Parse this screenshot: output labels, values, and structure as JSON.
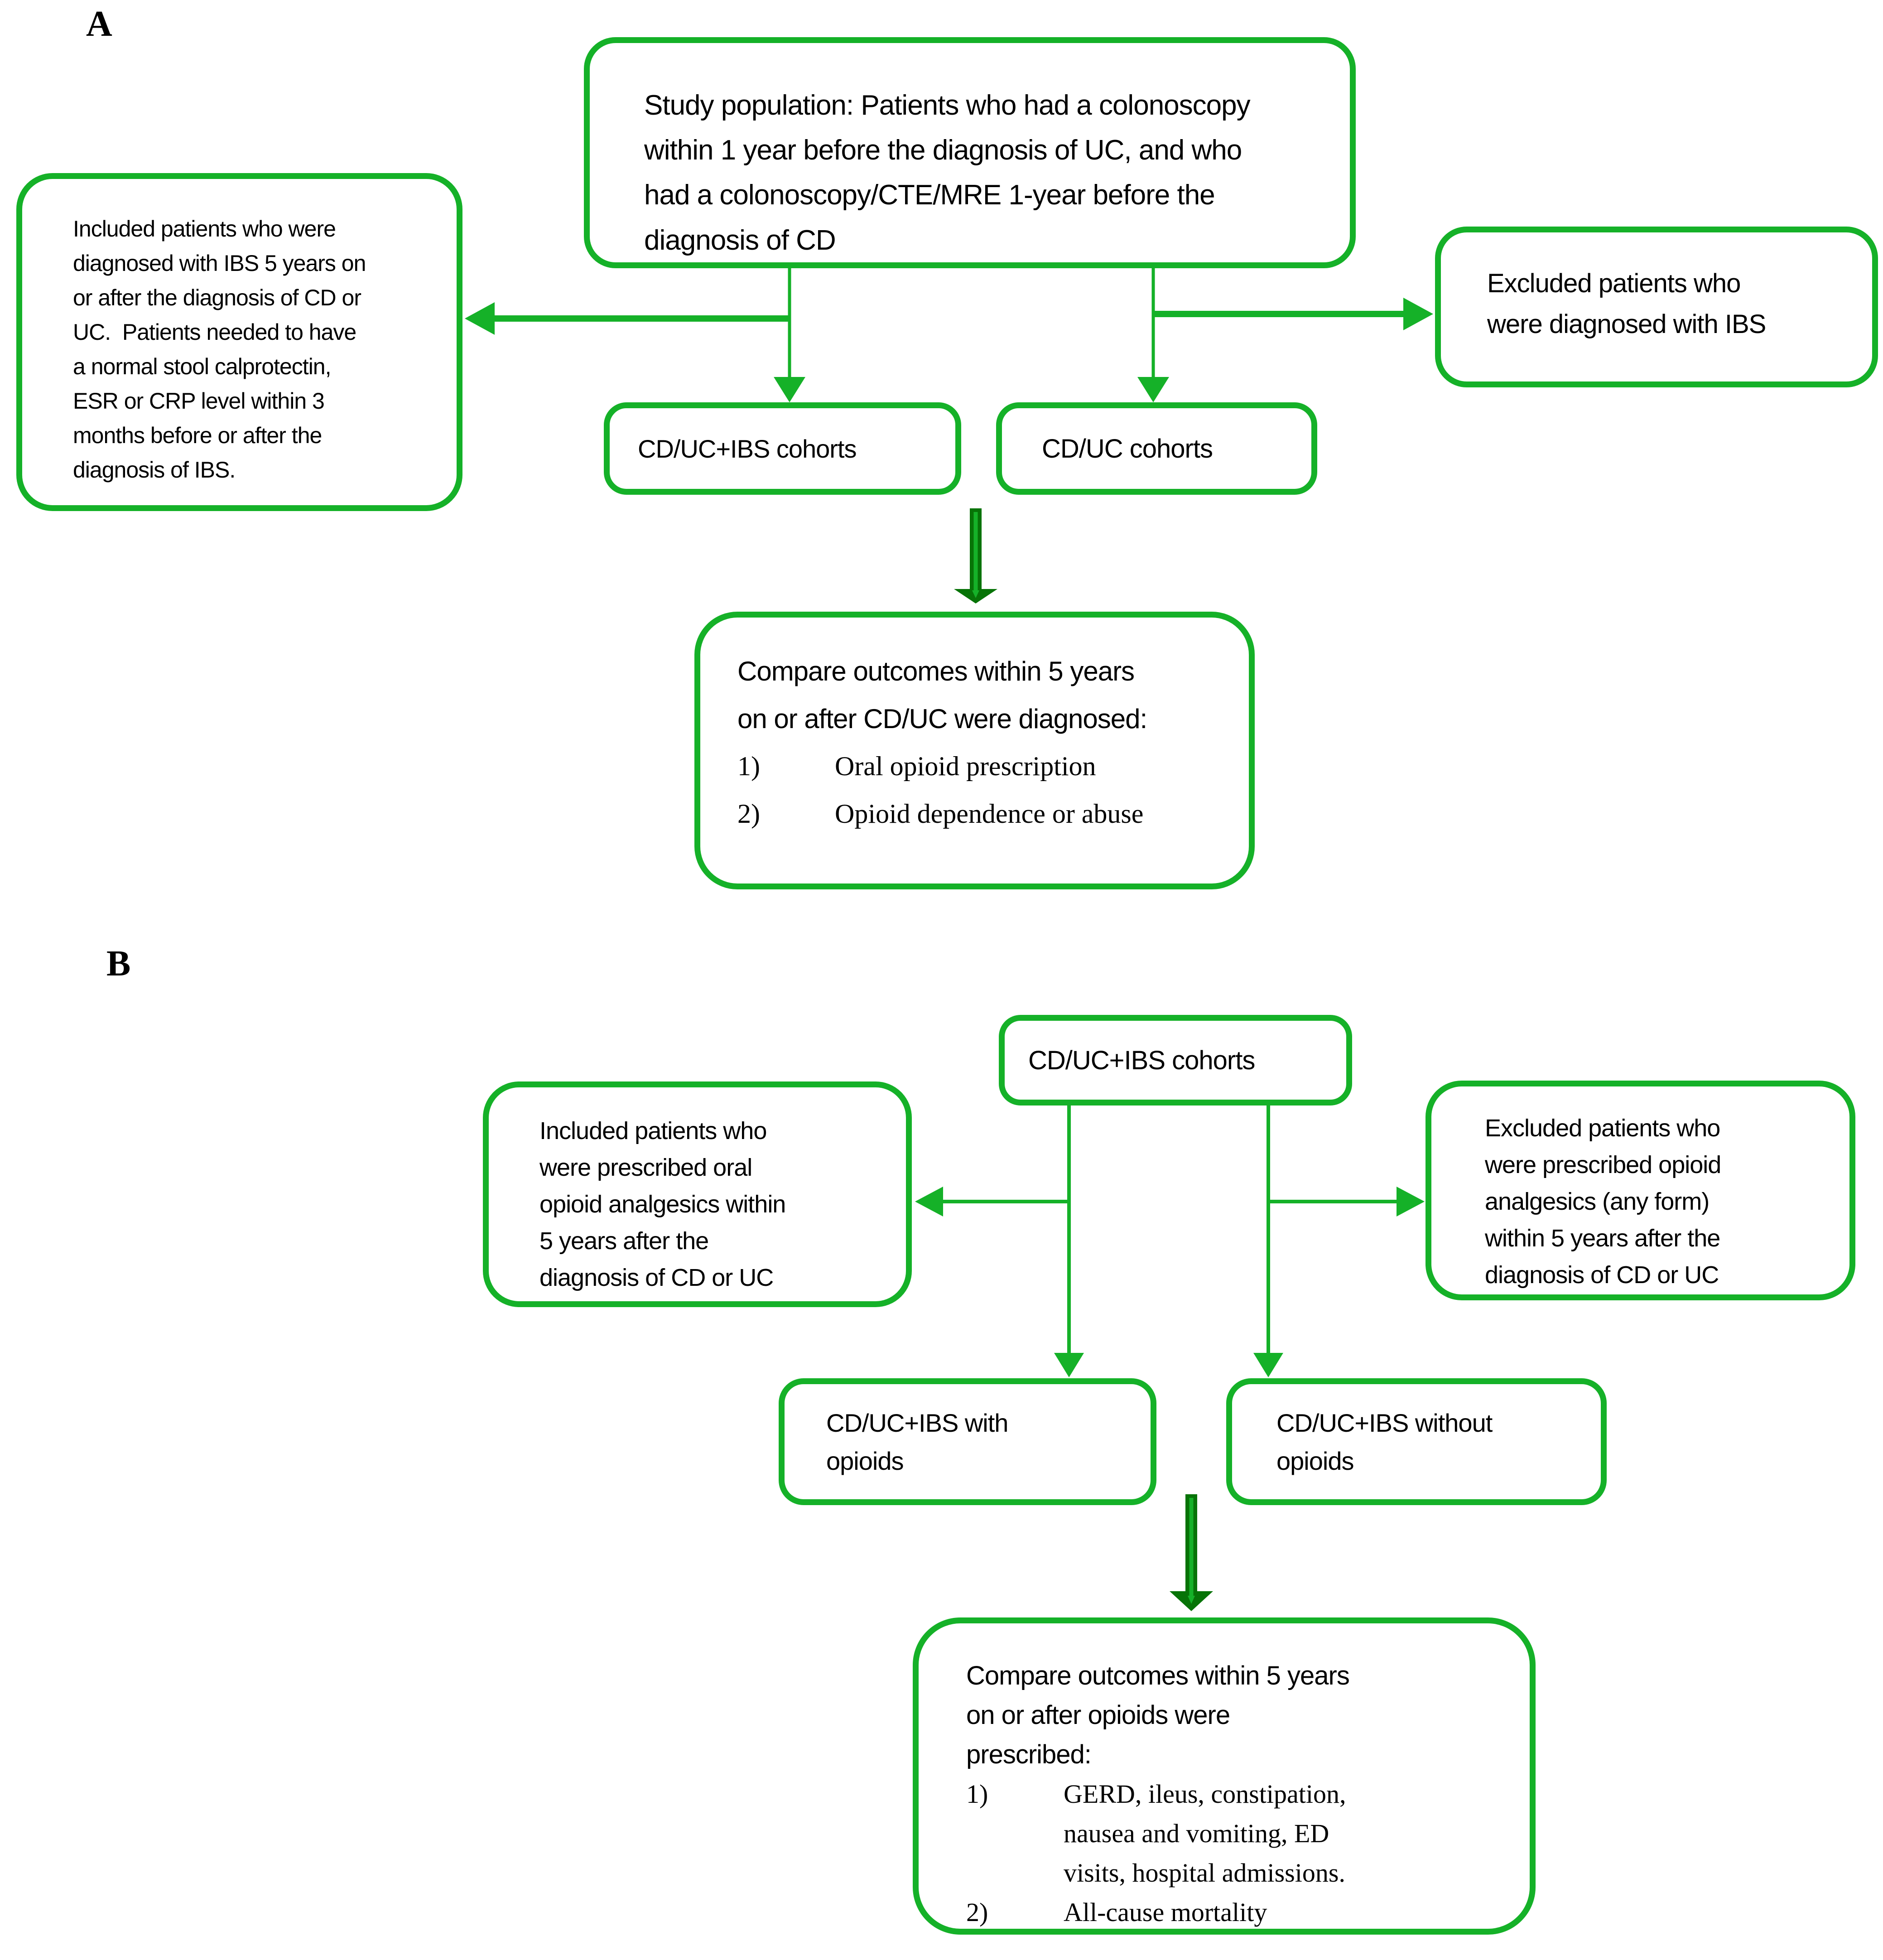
{
  "colors": {
    "bright_green": "#15b128",
    "dark_green": "#077307",
    "text_color": "#000000"
  },
  "panel_a": {
    "label": "A",
    "study_box": "Study population: Patients who had a colonoscopy\nwithin 1 year before the diagnosis of UC, and who\nhad a colonoscopy/CTE/MRE 1-year before the\ndiagnosis of CD",
    "included_box": "Included patients who were\ndiagnosed with IBS 5 years on\nor after the diagnosis of CD or\nUC.  Patients needed to have\na normal stool calprotectin,\nESR or CRP level within 3\nmonths before or after the\ndiagnosis of IBS.",
    "excluded_box": "Excluded patients who\nwere diagnosed with IBS",
    "cohort_ibs_box": "CD/UC+IBS cohorts",
    "cohort_box": "CD/UC cohorts",
    "compare_box": {
      "intro": "Compare outcomes within 5 years\non or after CD/UC were diagnosed:",
      "items": [
        {
          "num": "1)",
          "text": "Oral opioid prescription"
        },
        {
          "num": "2)",
          "text": "Opioid dependence or abuse"
        }
      ]
    }
  },
  "panel_b": {
    "label": "B",
    "top_box": "CD/UC+IBS cohorts",
    "included_box": "Included patients who\nwere prescribed oral\nopioid analgesics within\n5 years after the\ndiagnosis of CD or UC",
    "excluded_box": "Excluded patients who\nwere prescribed opioid\nanalgesics (any form)\nwithin 5 years after the\ndiagnosis of CD or UC",
    "with_opioids_box": "CD/UC+IBS with\nopioids",
    "without_opioids_box": "CD/UC+IBS without\nopioids",
    "compare_box": {
      "intro": "Compare outcomes within 5 years\non or after opioids were\nprescribed:",
      "items": [
        {
          "num": "1)",
          "text": "GERD, ileus, constipation,\nnausea and vomiting, ED\nvisits, hospital admissions."
        },
        {
          "num": "2)",
          "text": "All-cause mortality"
        }
      ]
    }
  }
}
